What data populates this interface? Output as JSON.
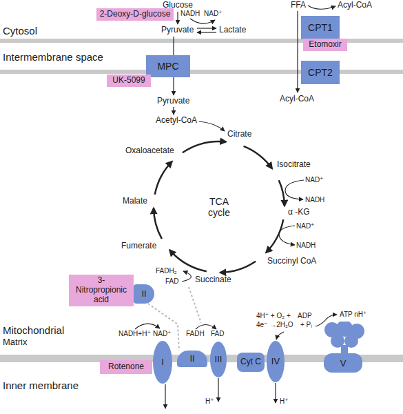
{
  "diagram": {
    "nodes": [
      {
        "text": [
          "2-Deoxy-D-glucose"
        ]
      },
      {
        "text": [
          "CPT1"
        ]
      },
      {
        "text": [
          "Etomoxir"
        ]
      },
      {
        "text": [
          "CPT2"
        ]
      },
      {
        "text": [
          "MPC"
        ]
      },
      {
        "text": [
          "UK-5099"
        ]
      },
      {
        "text": [
          "3-Nitropropionic acid"
        ]
      },
      {
        "text": [
          "II"
        ]
      },
      {
        "text": [
          "Rotenone"
        ]
      },
      {
        "text": [
          "I"
        ]
      },
      {
        "text": [
          "II"
        ]
      },
      {
        "text": [
          "III"
        ]
      },
      {
        "text": [
          "Cyt C"
        ]
      },
      {
        "text": [
          "IV"
        ]
      },
      {
        "text": [
          "V"
        ]
      }
    ],
    "edges": [
      {
        "from": 7,
        "to": 10,
        "arrow": "none"
      }
    ],
    "labels": [
      "Glucose",
      "Pyruvate",
      "NADH",
      "NAD⁺",
      "Lactate",
      "FFA",
      "Acyl-CoA",
      "Cytosol",
      "Intermembrane space",
      "Pyruvate",
      "Acyl-CoA",
      "Acetyl-CoA",
      "Citrate",
      "Isocitrate",
      "NAD⁺",
      "NADH",
      "α -KG",
      "NAD⁺",
      "NADH",
      "Succinyl CoA",
      "Succinate",
      "FADH₂",
      "FAD",
      "Fumerate",
      "Malate",
      "Oxaloacetate",
      "TCA cycle",
      "Mitochondrial",
      "Matrix",
      "NADH+H⁺",
      "NAD⁺",
      "FADH",
      "FAD",
      "4H⁺ + O₂ +",
      "4e⁻ →2H₂O",
      "ADP",
      "+ Pᵢ",
      "ATP nH⁺",
      "Inner membrane",
      "H⁺",
      "H⁺"
    ]
  }
}
